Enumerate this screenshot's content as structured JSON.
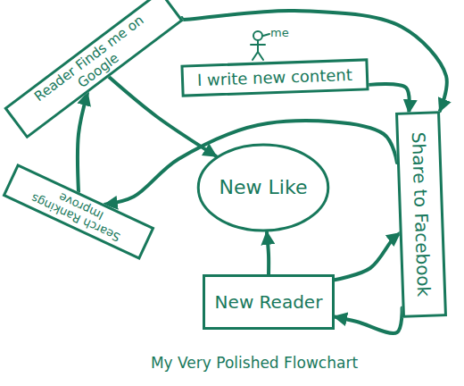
{
  "diagram": {
    "caption": "My Very Polished Flowchart",
    "nodes": [
      {
        "text": [
          "Reader Finds me on Google"
        ]
      },
      {
        "text": [
          "I write new content"
        ]
      },
      {
        "text": [
          "Share to Facebook"
        ]
      },
      {
        "text": [
          "Search Rankings Improve"
        ]
      },
      {
        "text": [
          "New Like"
        ]
      },
      {
        "text": [
          "New Reader"
        ]
      }
    ],
    "edges": [
      {
        "from": 1,
        "to": 2,
        "arrow": "to"
      },
      {
        "from": 0,
        "to": 2,
        "arrow": "to"
      },
      {
        "from": 2,
        "to": 3,
        "arrow": "to"
      },
      {
        "from": 3,
        "to": 0,
        "arrow": "to"
      },
      {
        "from": 0,
        "to": 4,
        "arrow": "to"
      },
      {
        "from": 5,
        "to": 4,
        "arrow": "to"
      },
      {
        "from": 5,
        "to": 2,
        "arrow": "to"
      },
      {
        "from": 2,
        "to": 5,
        "arrow": "to"
      }
    ],
    "labels": [
      "me"
    ]
  }
}
